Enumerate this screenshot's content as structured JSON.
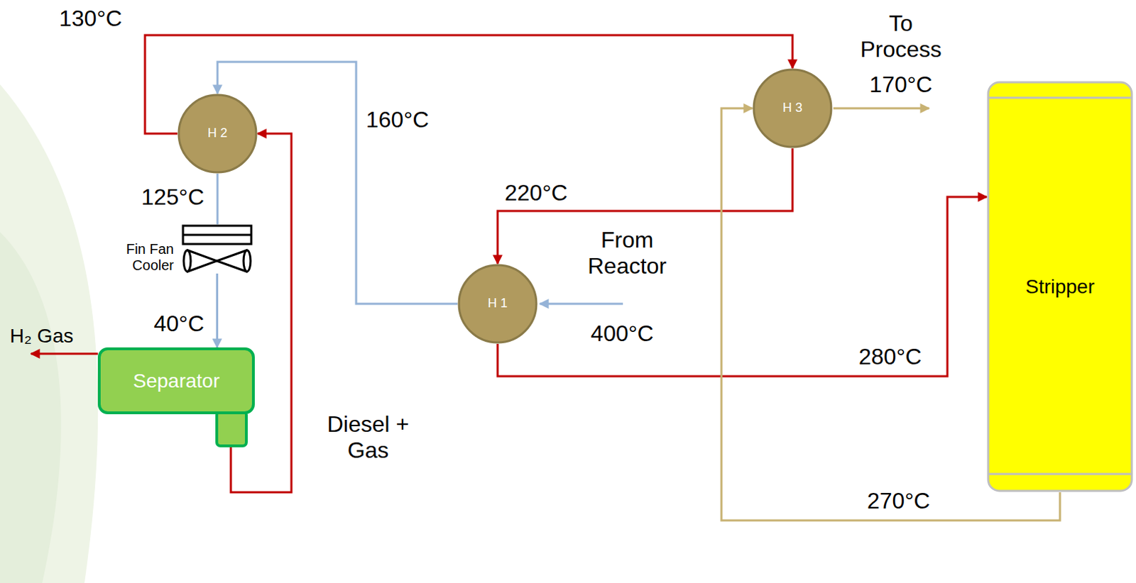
{
  "diagram": {
    "nodes": [
      {
        "text": [
          "H 2"
        ]
      },
      {
        "text": [
          "H 3"
        ]
      },
      {
        "text": [
          "H 1"
        ]
      },
      {
        "text": [
          "Fin Fan Cooler"
        ]
      },
      {
        "text": [
          "Separator"
        ]
      },
      {
        "text": [
          "Stripper"
        ]
      }
    ],
    "edges": [
      {
        "from": 2,
        "to": 0,
        "arrow": "to",
        "label": "160°C"
      },
      {
        "from": 0,
        "to": 3,
        "arrow": "none",
        "label": "125°C"
      },
      {
        "from": 3,
        "to": 4,
        "arrow": "to",
        "label": "40°C"
      },
      {
        "from": 4,
        "to": 0,
        "arrow": "to",
        "label": "Diesel + Gas"
      },
      {
        "from": 0,
        "to": 1,
        "arrow": "to",
        "label": "130°C"
      },
      {
        "from": 1,
        "to": 2,
        "arrow": "to",
        "label": "220°C"
      },
      {
        "from": 2,
        "to": 5,
        "arrow": "to",
        "label": "280°C"
      },
      {
        "from": 5,
        "to": 1,
        "arrow": "to",
        "label": "270°C"
      }
    ],
    "labels": [
      "To Process",
      "170°C",
      "From Reactor",
      "400°C",
      "H₂ Gas"
    ]
  }
}
